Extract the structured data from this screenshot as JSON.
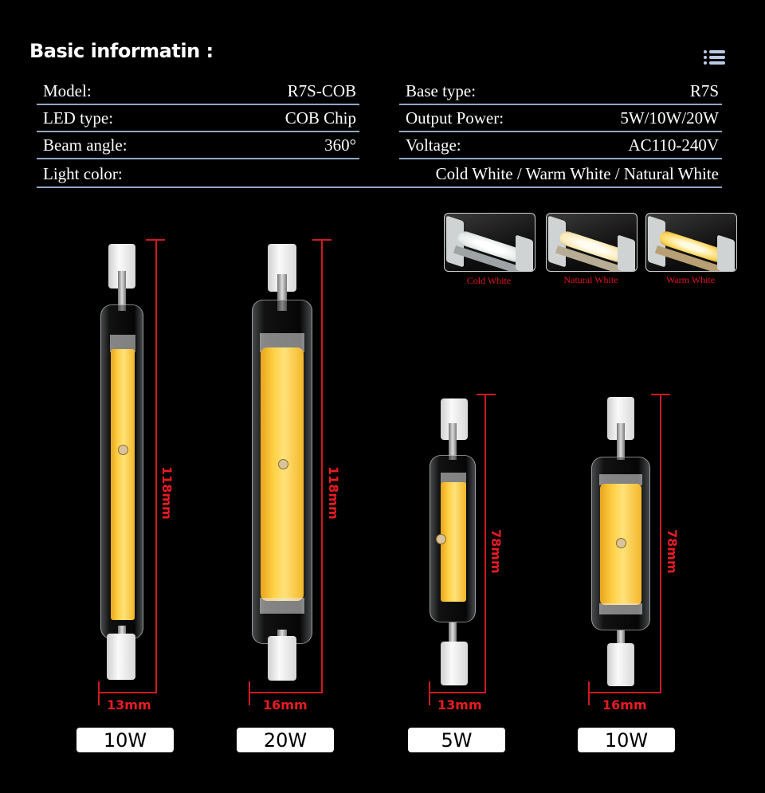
{
  "header": {
    "title": "Basic informatin :",
    "menu_icon": "list-icon"
  },
  "specs": {
    "left": [
      {
        "label": "Model:",
        "value": "R7S-COB"
      },
      {
        "label": "LED type:",
        "value": "COB Chip"
      },
      {
        "label": "Beam angle:",
        "value": "360°"
      }
    ],
    "right": [
      {
        "label": "Base type:",
        "value": "R7S"
      },
      {
        "label": "Output Power:",
        "value": "5W/10W/20W"
      },
      {
        "label": "Voltage:",
        "value": "AC110-240V"
      }
    ],
    "wide": {
      "label": "Light color:",
      "value": "Cold White / Warm White / Natural White"
    }
  },
  "color_swatches": [
    {
      "caption": "Cold White",
      "tube_color": "#f4f8f6"
    },
    {
      "caption": "Natural White",
      "tube_color": "#fff2c8"
    },
    {
      "caption": "Warm White",
      "tube_color": "#ffe07a"
    }
  ],
  "products": [
    {
      "length": "118mm",
      "diameter": "13mm",
      "power": "10W"
    },
    {
      "length": "118mm",
      "diameter": "16mm",
      "power": "20W"
    },
    {
      "length": "78mm",
      "diameter": "13mm",
      "power": "5W"
    },
    {
      "length": "78mm",
      "diameter": "16mm",
      "power": "10W"
    }
  ],
  "colors": {
    "background": "#000000",
    "divider": "#8fa7c4",
    "dimension_red": "#ea1b22",
    "chip_yellow": "#ffd044"
  }
}
